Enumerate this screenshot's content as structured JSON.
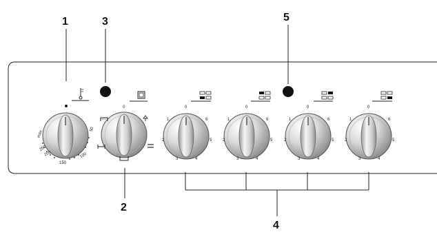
{
  "callouts": {
    "c1": "1",
    "c2": "2",
    "c3": "3",
    "c4": "4",
    "c5": "5"
  },
  "thermostat": {
    "labels": [
      "max",
      "250",
      "200",
      "150",
      "100",
      "50"
    ]
  },
  "selector": {
    "zero": "0"
  },
  "hob_knobs": [
    {
      "zero": "0",
      "one": "1",
      "two": "2",
      "three": "3",
      "four": "4",
      "five": "5",
      "six": "6"
    },
    {
      "zero": "0",
      "one": "1",
      "two": "2",
      "three": "3",
      "four": "4",
      "five": "5",
      "six": "6"
    },
    {
      "zero": "0",
      "one": "1",
      "two": "2",
      "three": "3",
      "four": "4",
      "five": "5",
      "six": "6"
    },
    {
      "zero": "0",
      "one": "1",
      "two": "2",
      "three": "3",
      "four": "4",
      "five": "5",
      "six": "6"
    }
  ],
  "icons": [
    "thermometer-icon",
    "oven-icon",
    "hob-zone-icons",
    "grill-icons"
  ],
  "colors": {
    "indicator": "#111111",
    "panel_line": "#222222",
    "knob_light": "#f2f2f2",
    "knob_dark": "#8a8a8a"
  }
}
